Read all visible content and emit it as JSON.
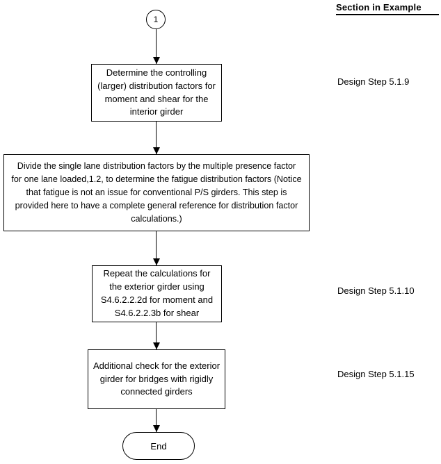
{
  "header": {
    "title": "Section in Example"
  },
  "nodes": {
    "connector": {
      "label": "1",
      "shape": "circle"
    },
    "box1": {
      "text": "Determine the controlling (larger) distribution factors for moment and shear for the interior girder",
      "shape": "process"
    },
    "box2": {
      "text": "Divide the single lane distribution factors by the multiple presence factor for one lane loaded,1.2, to determine the fatigue distribution factors (Notice that fatigue is not an issue for conventional P/S girders.  This step is provided here to have a complete general reference for distribution factor calculations.)",
      "shape": "process"
    },
    "box3": {
      "text": "Repeat the calculations for the exterior girder using S4.6.2.2.2d for moment and S4.6.2.2.3b for shear",
      "shape": "process"
    },
    "box4": {
      "text": "Additional check for the exterior girder for bridges with rigidly connected girders",
      "shape": "process"
    },
    "end": {
      "label": "End",
      "shape": "terminator"
    }
  },
  "side_labels": [
    {
      "text": "Design Step 5.1.9"
    },
    {
      "text": "Design Step 5.1.10"
    },
    {
      "text": "Design Step 5.1.15"
    }
  ],
  "colors": {
    "stroke": "#000000",
    "background": "#ffffff",
    "text": "#000000"
  }
}
